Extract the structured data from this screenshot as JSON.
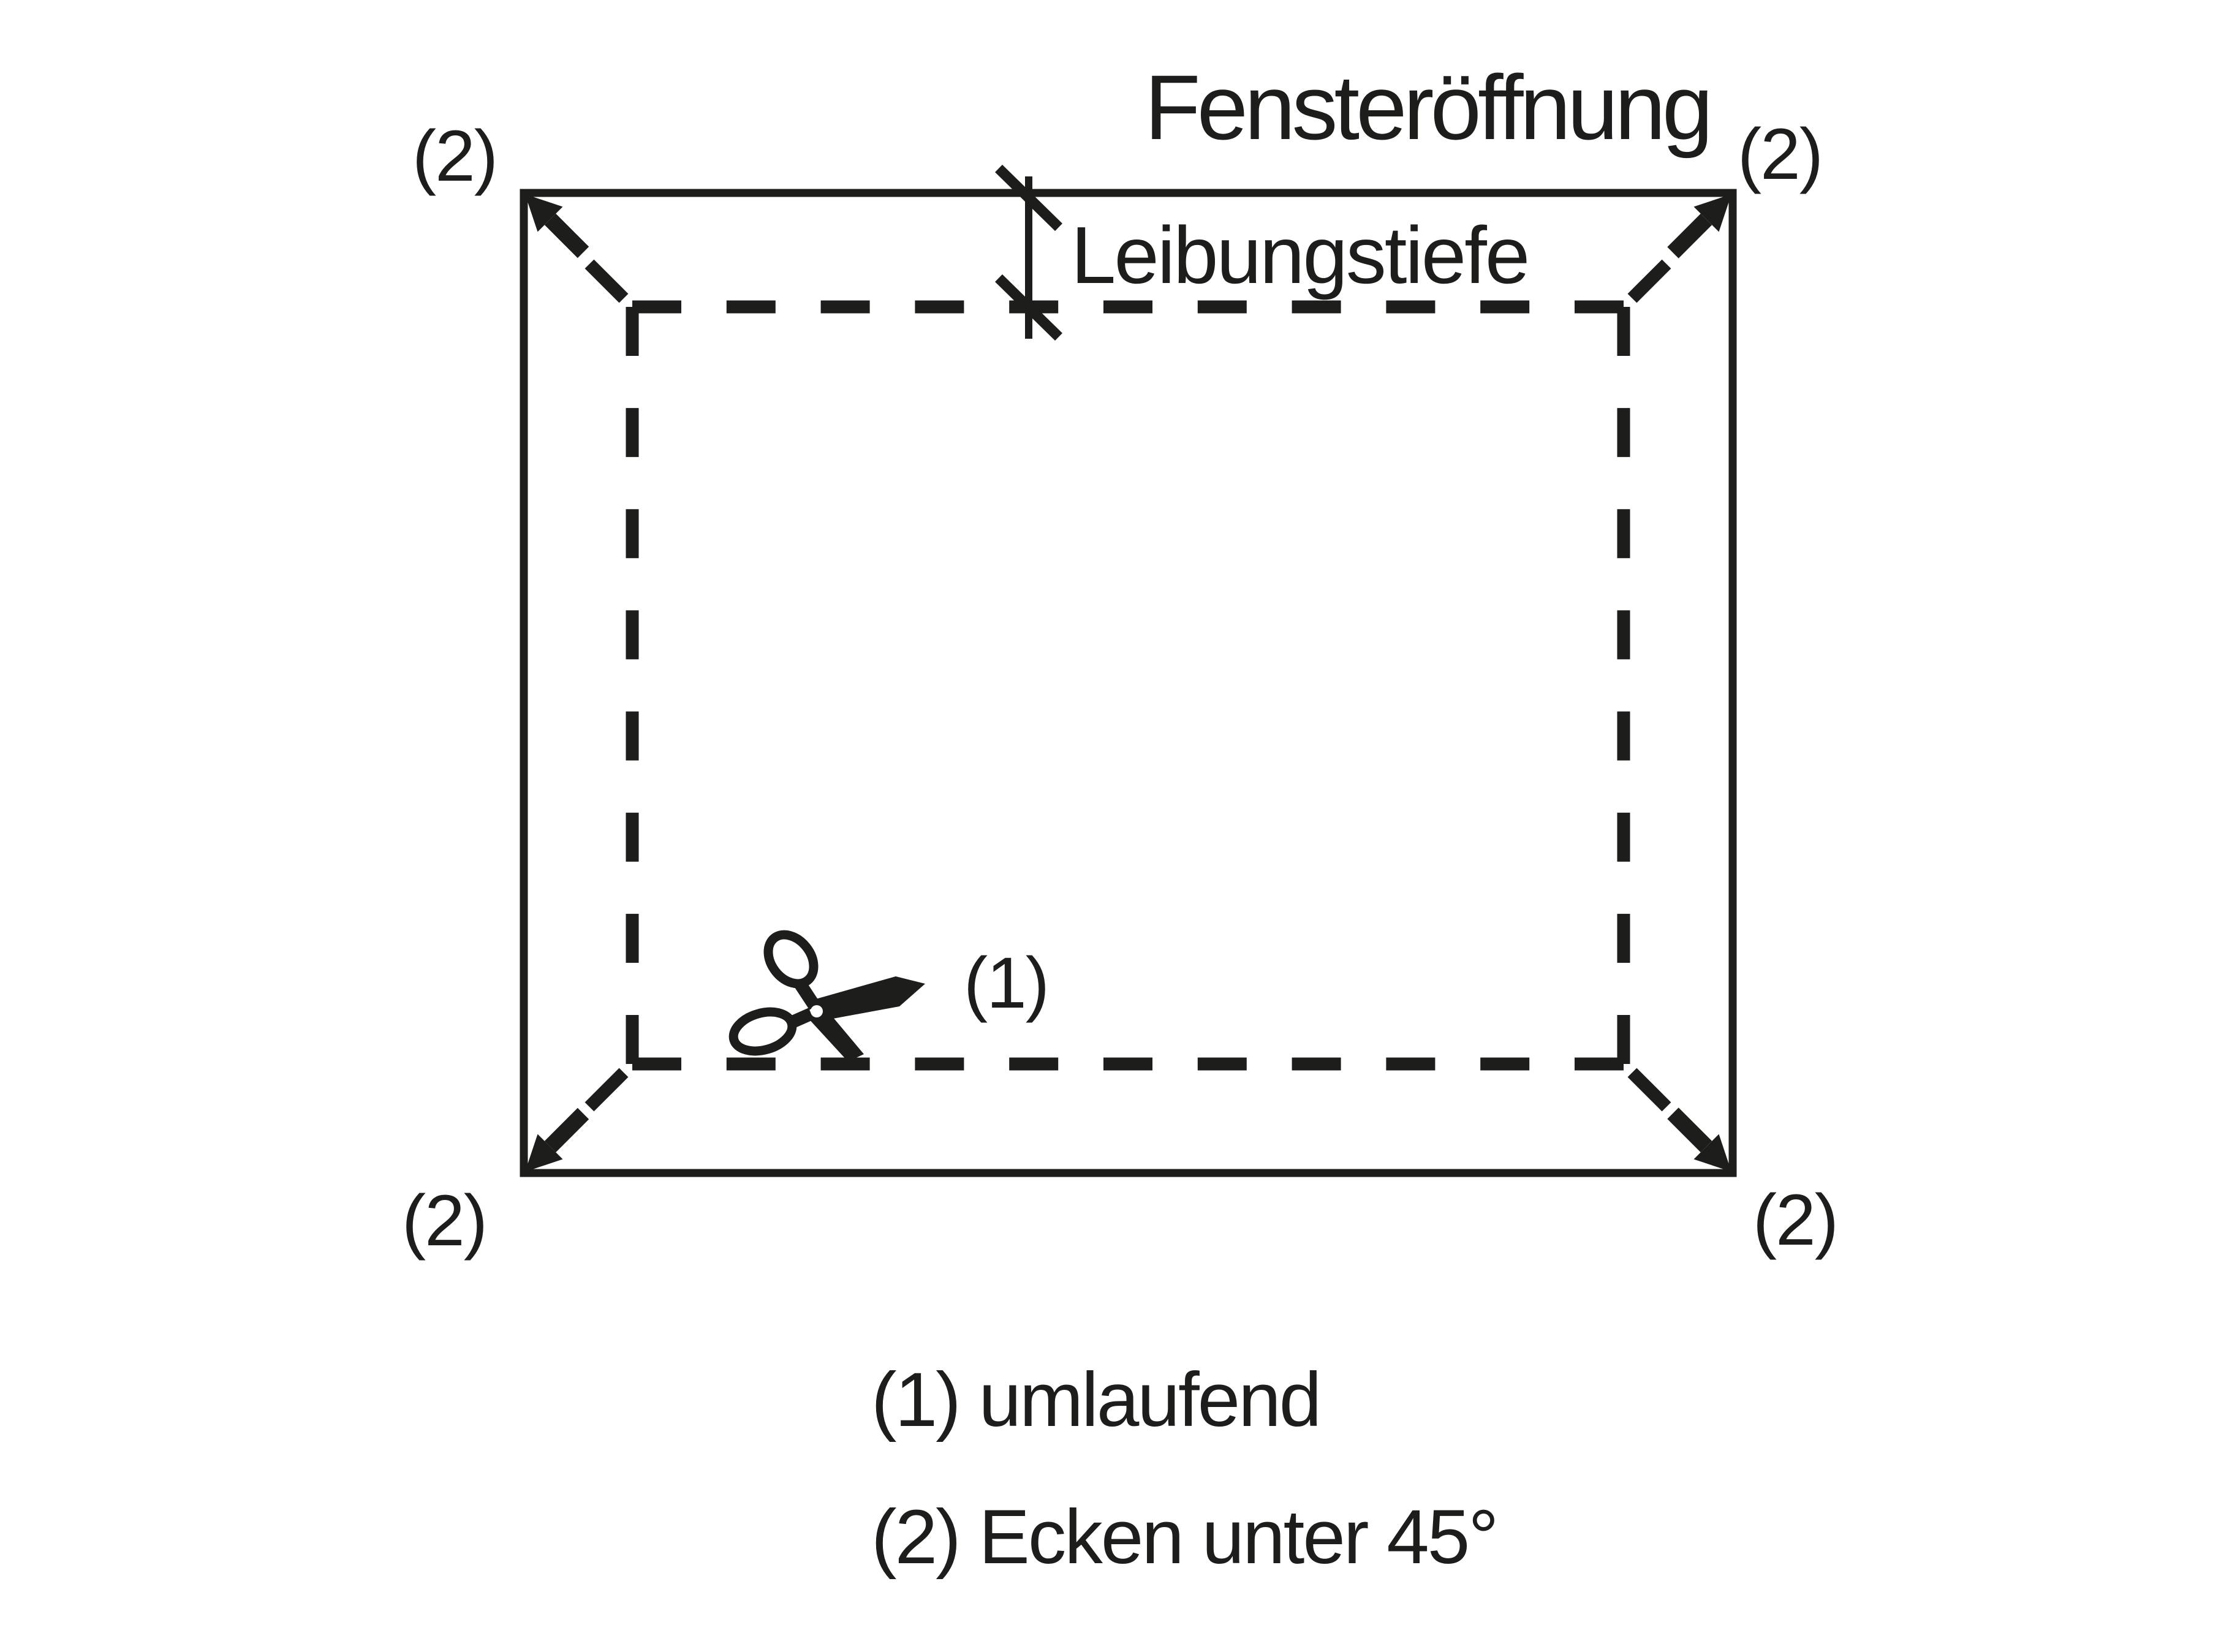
{
  "diagram": {
    "title": "Fensteröffnung",
    "dimension_label": "Leibungstiefe",
    "corner_label": "(2)",
    "cut_label": "(1)",
    "legend": [
      {
        "label": "(1) umlaufend"
      },
      {
        "label": "(2) Ecken unter 45°"
      }
    ],
    "colors": {
      "ink": "#1d1d1b",
      "background": "#ffffff"
    }
  }
}
